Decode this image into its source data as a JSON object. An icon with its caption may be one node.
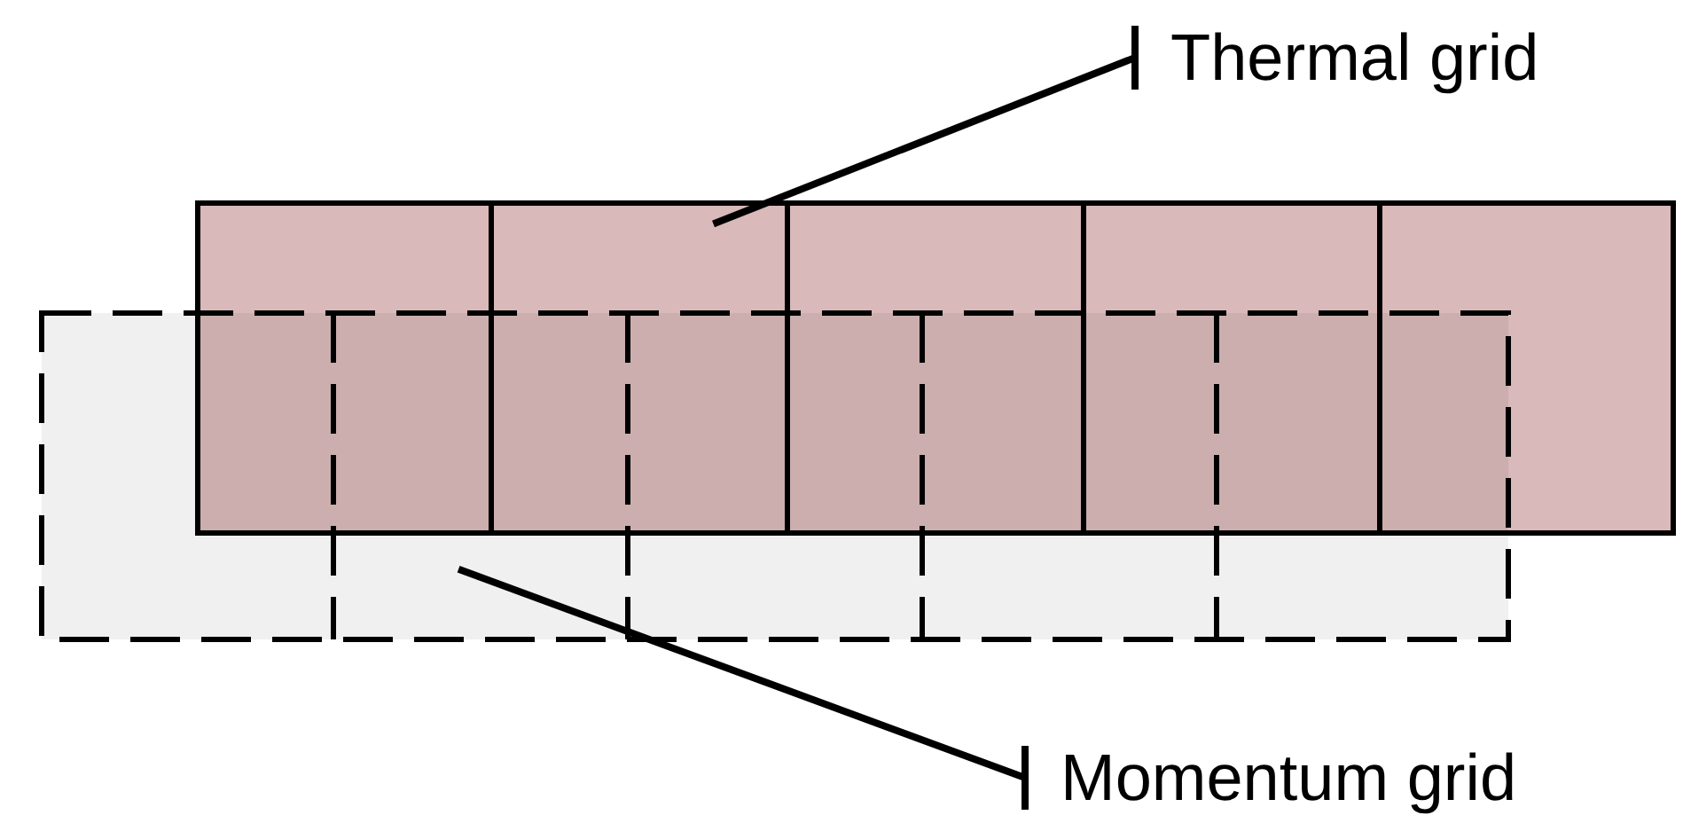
{
  "diagram": {
    "nodes": [
      {
        "text": [
          "Thermal grid"
        ]
      },
      {
        "text": [],
        "shape": "box"
      },
      {
        "text": [
          "Momentum grid"
        ]
      },
      {
        "text": [],
        "shape": "box"
      }
    ],
    "edges": [
      {
        "from": 0,
        "to": 1,
        "arrow": "none"
      },
      {
        "from": 2,
        "to": 3,
        "arrow": "none"
      }
    ]
  }
}
